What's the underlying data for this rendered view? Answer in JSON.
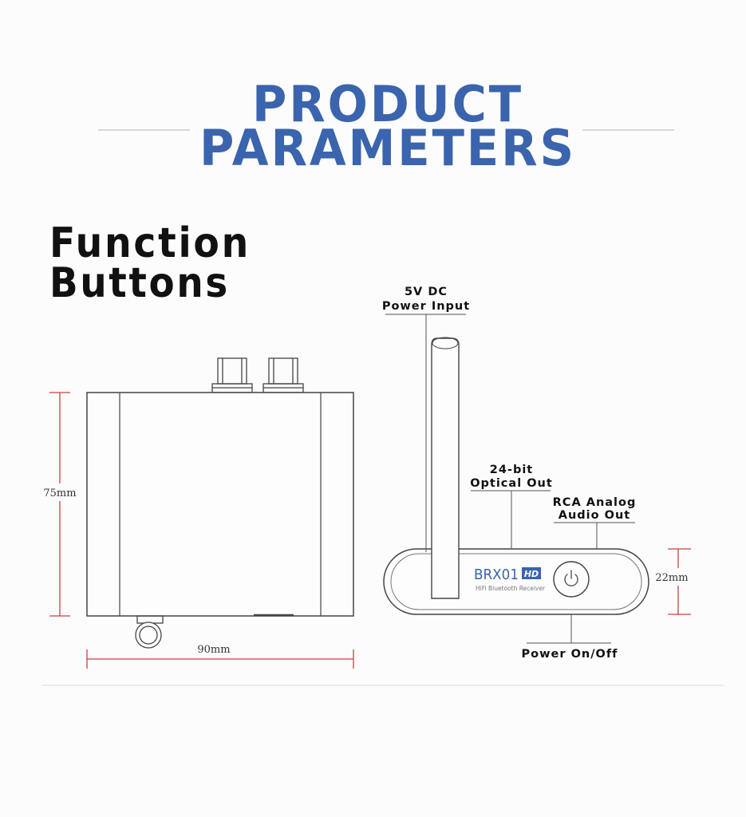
{
  "title": {
    "line1": "PRODUCT",
    "line2": "PARAMETERS"
  },
  "section": {
    "line1": "Function",
    "line2": "Buttons"
  },
  "left_device": {
    "height_label": "75mm",
    "width_label": "90mm"
  },
  "right_device": {
    "brand": "BRX01",
    "badge": "HD",
    "subtitle": "HiFi Bluetooth Receiver",
    "height_label": "22mm"
  },
  "callouts": {
    "power_input": {
      "line1": "5V DC",
      "line2": "Power Input"
    },
    "optical_out": {
      "line1": "24-bit",
      "line2": "Optical Out"
    },
    "rca_out": {
      "line1": "RCA Analog",
      "line2": "Audio Out"
    },
    "power_button": {
      "line1": "Power On/Off"
    }
  },
  "colors": {
    "title_blue": "#3a64ad",
    "dimension_red": "#c8413e",
    "outline": "#444444",
    "rule_gray": "#cccccc",
    "text_black": "#111111"
  },
  "icons": {
    "power": "power-icon",
    "antenna": "antenna-icon"
  }
}
